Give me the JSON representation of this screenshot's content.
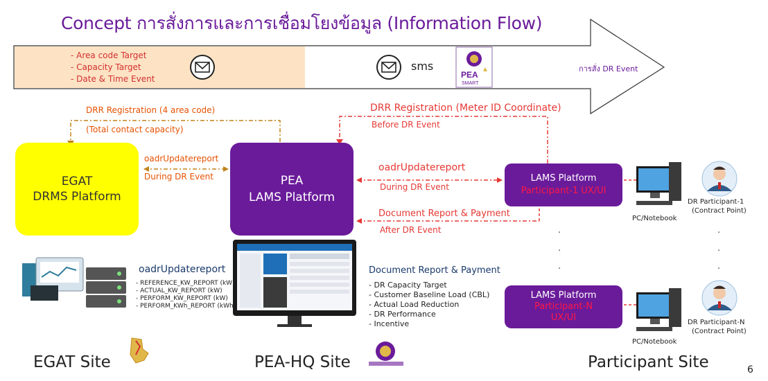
{
  "title": "Concept การสั่งการและการเชื่อมโยงข้อมูล (Information Flow)",
  "arrow": {
    "targets": [
      "Area code Target",
      "Capacity Target",
      "Date & Time Event"
    ],
    "sms_label": "sms",
    "command_label": "การสั่ง DR Event",
    "logo_text": "PEA",
    "logo_sub": "SMART"
  },
  "flows": {
    "drr_area": "DRR Registration (4 area code)",
    "total_capacity": "(Total contact capacity)",
    "drr_meter": "DRR Registration (Meter ID Coordinate)",
    "before_event": "Before DR Event",
    "egat_pea_report": "oadrUpdatereport",
    "egat_pea_during": "During DR Event",
    "pea_part_report": "oadrUpdatereport",
    "pea_part_during": "During DR Event",
    "doc_payment": "Document Report & Payment",
    "after_event": "After DR Event"
  },
  "boxes": {
    "egat_line1": "EGAT",
    "egat_line2": "DRMS Platform",
    "pea_line1": "PEA",
    "pea_line2": "LAMS Platform",
    "lams1_line1": "LAMS Platform",
    "lams1_line2": "Participant-1 UX/UI",
    "lamsn_line1": "LAMS Platform",
    "lamsn_line2a": "Participant-N",
    "lamsn_line2b": "UX/UI"
  },
  "participants": {
    "p1_name": "DR Participant-1",
    "p1_sub": "(Contract Point)",
    "pn_name": "DR Participant-N",
    "pn_sub": "(Contract Point)",
    "pc_label": "PC/Notebook"
  },
  "egat_reports": {
    "heading": "oadrUpdatereport",
    "items": [
      "REFERENCE_KW_REPORT (kW)",
      "ACTUAL_KW_REPORT (kW)",
      "PERFORM_KW_REPORT (kW)",
      "PERFORM_KWh_REPORT (kWh)"
    ]
  },
  "pea_reports": {
    "heading": "Document Report & Payment",
    "items": [
      "DR Capacity Target",
      "Customer Baseline Load (CBL)",
      "Actual Load Reduction",
      "DR Performance",
      "Incentive"
    ]
  },
  "sites": {
    "egat": "EGAT Site",
    "pea": "PEA-HQ Site",
    "participant": "Participant Site"
  },
  "page_number": "6",
  "colors": {
    "purple": "#6a1b9a",
    "yellow": "#ffff00",
    "orange": "#e65100",
    "red": "#e53935",
    "peach": "#fde3c4"
  }
}
